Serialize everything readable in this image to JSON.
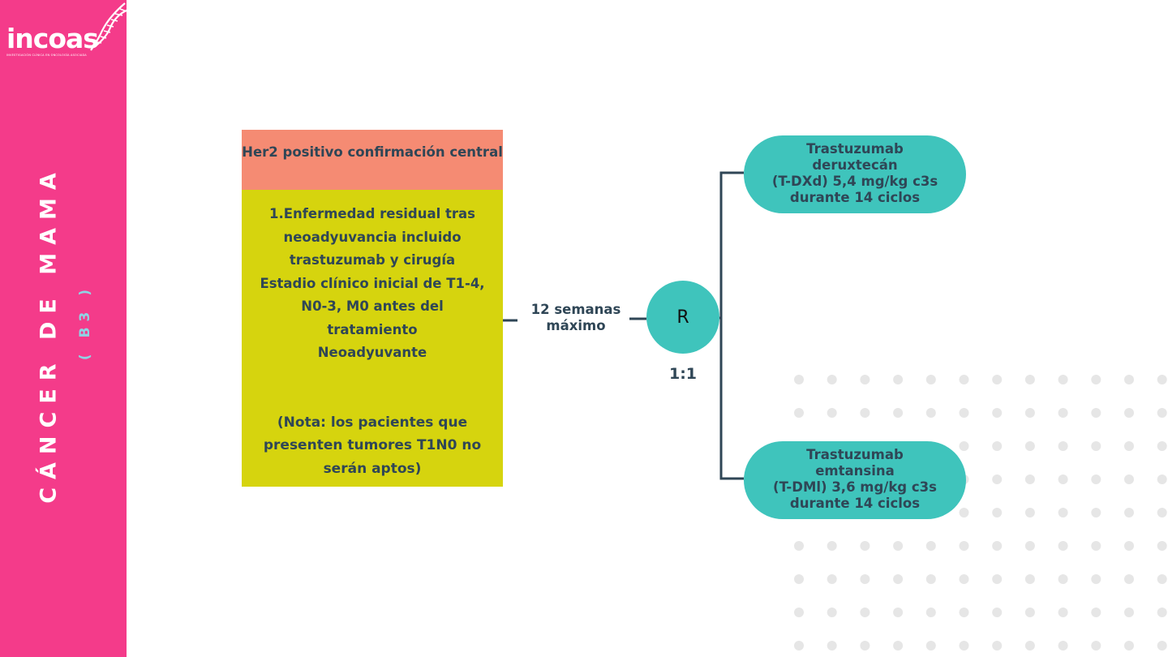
{
  "logo": {
    "name": "incoas",
    "tagline": "INVESTIGACIÓN CLÍNICA EN ONCOLOGÍA ASOCIADA"
  },
  "sidebar": {
    "title": "CÁNCER DE MAMA",
    "subtitle": "( B3 )"
  },
  "colors": {
    "sidebar": "#f43b8a",
    "header": "#f58b73",
    "criteria": "#d6d40e",
    "arm": "#3fc4bc",
    "text": "#2f4656"
  },
  "criteria": {
    "header": "Her2 positivo confirmación central",
    "lines": [
      "1.Enfermedad residual tras",
      "neoadyuvancia incluido",
      "trastuzumab y cirugía",
      "Estadio clínico inicial de T1-4,",
      "N0-3, M0 antes del",
      "tratamiento",
      "Neoadyuvante"
    ],
    "note": [
      "(Nota: los pacientes que",
      "presenten tumores T1N0 no",
      "serán aptos)"
    ]
  },
  "timing": [
    "12 semanas",
    "máximo"
  ],
  "randomization": {
    "label": "R",
    "ratio": "1:1"
  },
  "arms": [
    {
      "lines": [
        "Trastuzumab",
        "deruxtecán",
        "(T-DXd) 5,4 mg/kg c3s",
        "durante 14 ciclos"
      ]
    },
    {
      "lines": [
        "Trastuzumab",
        "emtansina",
        "(T-DMl) 3,6 mg/kg c3s",
        "durante 14 ciclos"
      ]
    }
  ]
}
